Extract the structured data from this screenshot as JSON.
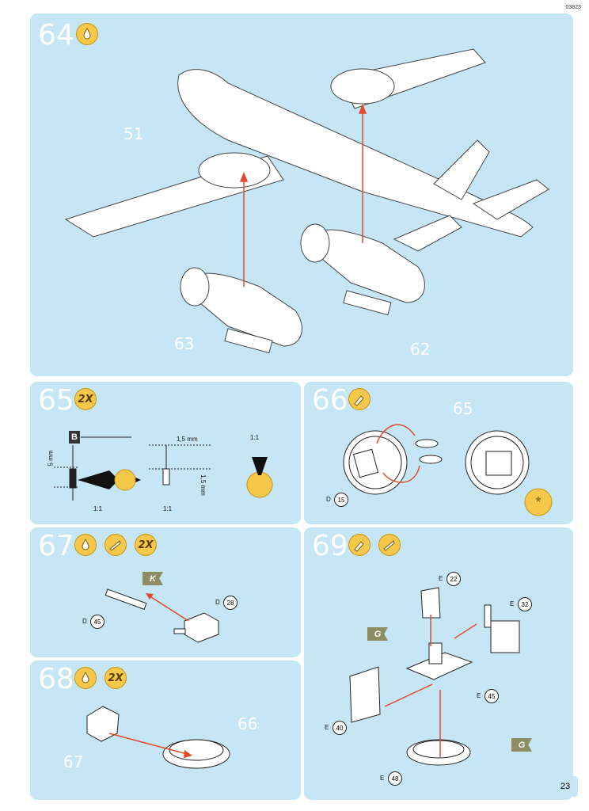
{
  "doc_code": "03823",
  "page_number": "23",
  "steps": {
    "s64": {
      "num": "64",
      "labels": {
        "a": "51",
        "b": "63",
        "c": "62"
      }
    },
    "s65": {
      "num": "65",
      "qty": "2X",
      "box": "B",
      "dim_a": "1,5 mm",
      "dim_b": "5 mm",
      "dim_c": "1,5 mm",
      "scale_a": "1:1",
      "scale_b": "1:1",
      "scale_c": "1:1"
    },
    "s66": {
      "num": "66",
      "label": "65",
      "part_letter": "D",
      "part_num": "15"
    },
    "s67": {
      "num": "67",
      "qty": "2X",
      "flag": "K",
      "part_a_letter": "D",
      "part_a_num": "28",
      "part_b_letter": "D",
      "part_b_num": "45"
    },
    "s68": {
      "num": "68",
      "qty": "2X",
      "label_a": "67",
      "label_b": "66"
    },
    "s69": {
      "num": "69",
      "p22_letter": "E",
      "p22_num": "22",
      "p32_letter": "E",
      "p32_num": "32",
      "p45_letter": "E",
      "p45_num": "45",
      "p40_letter": "E",
      "p40_num": "40",
      "p48_letter": "E",
      "p48_num": "48",
      "flag_a": "G",
      "flag_b": "G"
    }
  },
  "icons": [
    "glue-icon",
    "paint-brush-icon",
    "knife-icon",
    "dry-icon"
  ],
  "colors": {
    "panel": "#c6e6f6",
    "badge": "#f5c84a",
    "arrow": "#e24a2c",
    "flag": "#8e8c62"
  }
}
